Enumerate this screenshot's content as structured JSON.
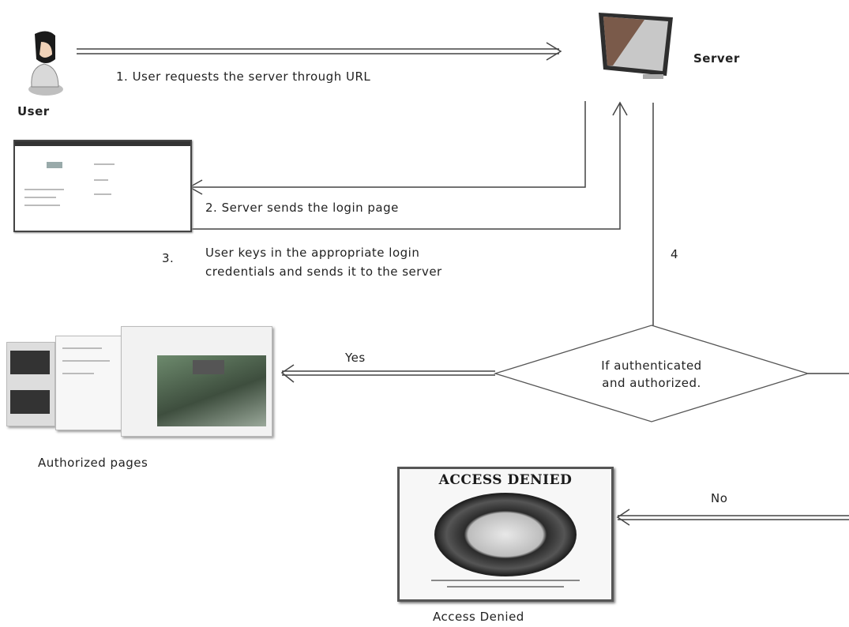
{
  "nodes": {
    "user": "User",
    "server": "Server",
    "authorized_pages": "Authorized pages",
    "access_denied": "Access Denied",
    "decision": [
      "If authenticated",
      "and authorized."
    ]
  },
  "steps": {
    "step1": "1. User requests the server through URL",
    "step2": "2. Server sends the login page",
    "step3_num": "3.",
    "step3_line1": "User keys in the appropriate login",
    "step3_line2": "credentials and sends it to the server",
    "step4": "4"
  },
  "branches": {
    "yes": "Yes",
    "no": "No"
  },
  "poster": {
    "title": "ACCESS DENIED"
  }
}
